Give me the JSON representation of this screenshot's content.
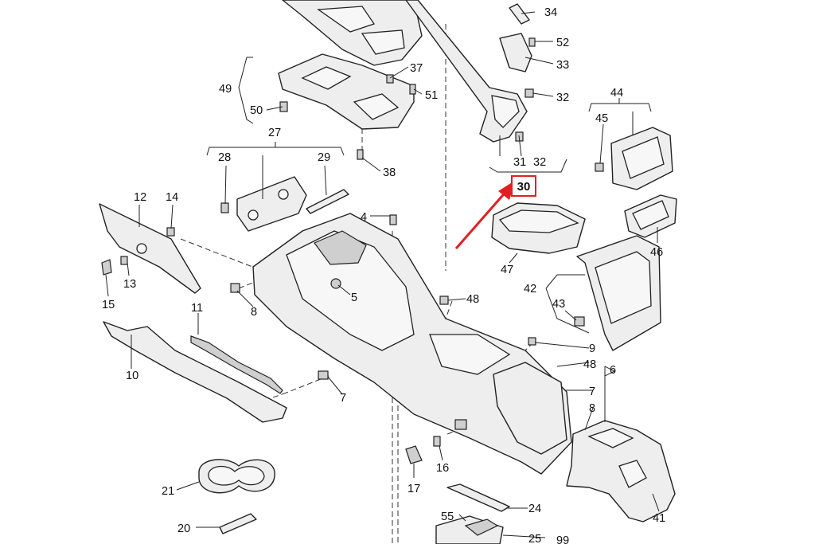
{
  "diagram": {
    "highlight": {
      "label": "30",
      "color": "#e02020"
    },
    "callouts": {
      "c4": "4",
      "c5": "5",
      "c6": "6",
      "c7": "7",
      "c7b": "7",
      "c8": "8",
      "c8b": "8",
      "c9": "9",
      "c10": "10",
      "c11": "11",
      "c12": "12",
      "c13": "13",
      "c14": "14",
      "c15": "15",
      "c16": "16",
      "c17": "17",
      "c20": "20",
      "c21": "21",
      "c24": "24",
      "c25": "25",
      "c27": "27",
      "c28": "28",
      "c29": "29",
      "c31": "31",
      "c32": "32",
      "c32b": "32",
      "c33": "33",
      "c34": "34",
      "c37": "37",
      "c38": "38",
      "c41": "41",
      "c42": "42",
      "c43": "43",
      "c44": "44",
      "c45": "45",
      "c46": "46",
      "c47": "47",
      "c48": "48",
      "c48b": "48",
      "c49": "49",
      "c50": "50",
      "c51": "51",
      "c52": "52",
      "c55": "55",
      "c99": "99"
    }
  }
}
